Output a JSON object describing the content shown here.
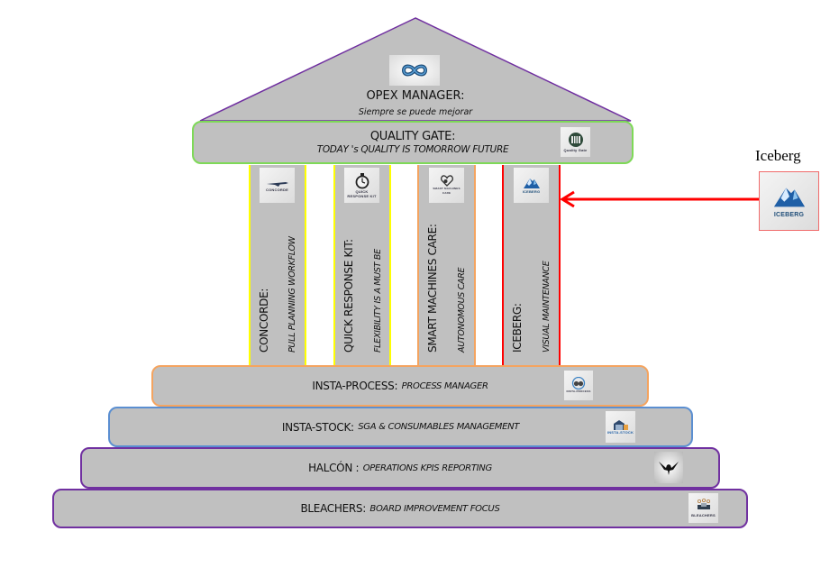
{
  "roof": {
    "title": "OPEX MANAGER:",
    "subtitle": "Siempre se puede mejorar",
    "icon": "infinity-icon",
    "border_color": "#7030a0"
  },
  "quality_gate": {
    "title": "QUALITY GATE:",
    "subtitle": "TODAY 's QUALITY IS TOMORROW FUTURE",
    "logo_caption": "Quality Gate",
    "icon": "quality-gate-logo",
    "border_color": "#7ed957"
  },
  "pillars": [
    {
      "title": "CONCORDE:",
      "subtitle": "PULL PLANNING WORKFLOW",
      "logo_caption": "CONCORDE",
      "icon": "airplane-icon",
      "border_color": "#ffff00"
    },
    {
      "title": "QUICK RESPONSE KIT:",
      "subtitle": "FLEXIBILITY IS A MUST BE",
      "logo_caption": "QUICK RESPONSE KIT",
      "icon": "stopwatch-icon",
      "border_color": "#ffff00"
    },
    {
      "title": "SMART MACHINES CARE:",
      "subtitle": "AUTONOMOUS CARE",
      "logo_caption": "SMART MACHINES CARE",
      "icon": "heart-gear-icon",
      "border_color": "#f4a460"
    },
    {
      "title": "ICEBERG:",
      "subtitle": "VISUAL MAINTENANCE",
      "logo_caption": "ICEBERG",
      "icon": "iceberg-icon",
      "border_color": "#ff0000"
    }
  ],
  "foundation": [
    {
      "title": "INSTA-PROCESS:",
      "subtitle": "PROCESS MANAGER",
      "logo_caption": "INSTA-PROCESS",
      "icon": "gears-icon",
      "border_color": "#f4a460"
    },
    {
      "title": "INSTA-STOCK:",
      "subtitle": "SGA & CONSUMABLES MANAGEMENT",
      "logo_caption": "INSTA-STOCK",
      "icon": "warehouse-icon",
      "border_color": "#5b8fd1"
    },
    {
      "title": "HALCÓN :",
      "subtitle": "OPERATIONS KPIS REPORTING",
      "logo_caption": "",
      "icon": "falcon-icon",
      "border_color": "#7030a0"
    },
    {
      "title": "BLEACHERS:",
      "subtitle": "BOARD IMPROVEMENT FOCUS",
      "logo_caption": "BLEACHERS",
      "icon": "team-board-icon",
      "border_color": "#7030a0"
    }
  ],
  "callout": {
    "label": "Iceberg",
    "logo_caption": "ICEBERG",
    "icon": "iceberg-icon",
    "arrow_color": "#ff0000",
    "points_to": "ICEBERG"
  }
}
